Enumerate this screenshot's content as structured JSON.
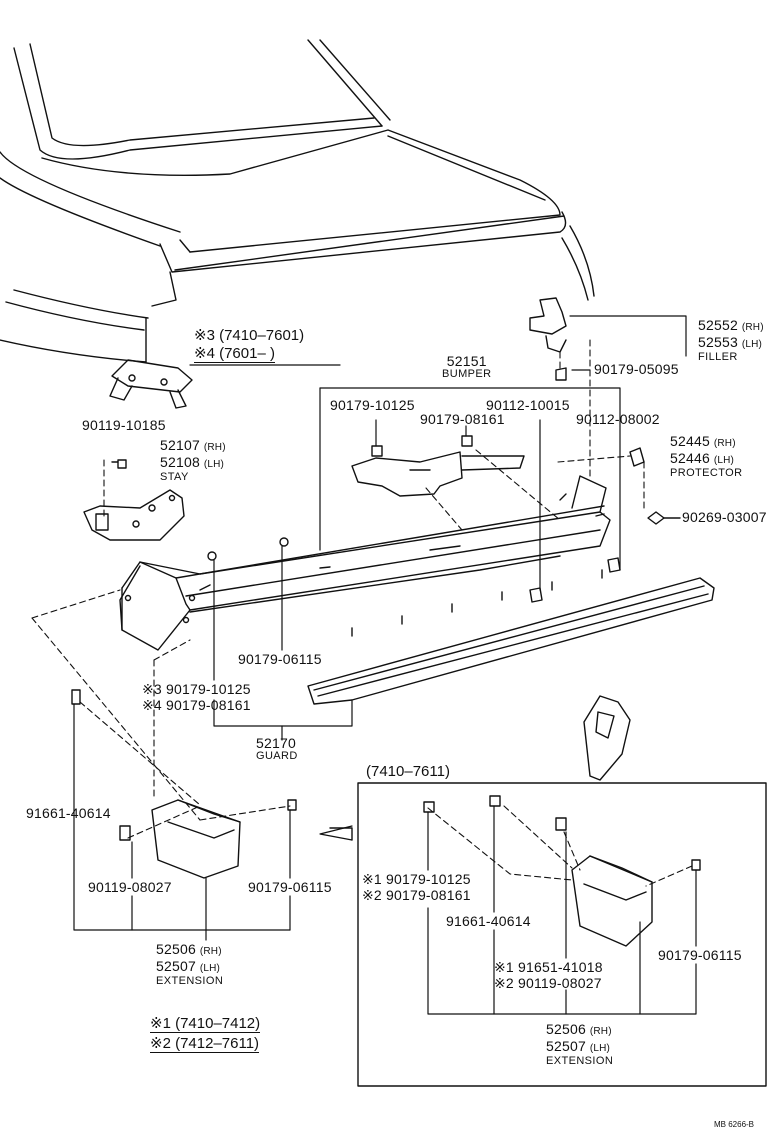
{
  "colors": {
    "line": "#111111",
    "background": "#ffffff"
  },
  "notes": {
    "n3": "※3 (7410–7601)",
    "n4": "※4 (7601–        )",
    "n1": "※1 (7410–7412)",
    "n2": "※2 (7412–7611)"
  },
  "parts": {
    "bumper": {
      "number": "52151",
      "name": "BUMPER"
    },
    "filler": {
      "rh": "52552",
      "rh_side": "(RH)",
      "lh": "52553",
      "lh_side": "(LH)",
      "name": "FILLER"
    },
    "filler_bolt": "90179-05095",
    "stay_bolt": "90119-10185",
    "stay": {
      "rh": "52107",
      "rh_side": "(RH)",
      "lh": "52108",
      "lh_side": "(LH)",
      "name": "STAY"
    },
    "bumper_nut_a": "90179-10125",
    "bumper_nut_b": "90179-08161",
    "bumper_bolt_a": "90112-10015",
    "bumper_bolt_b": "90112-08002",
    "protector": {
      "rh": "52445",
      "rh_side": "(RH)",
      "lh": "52446",
      "lh_side": "(LH)",
      "name": "PROTECTOR"
    },
    "protector_screw": "90269-03007",
    "guard_nut": "90179-06115",
    "guard_nut_alt3": "※3  90179-10125",
    "guard_nut_alt4": "※4  90179-08161",
    "guard": {
      "number": "52170",
      "name": "GUARD"
    },
    "ext_bolt": "91661-40614",
    "ext_bolt2": "90119-08027",
    "ext_nut": "90179-06115",
    "extension": {
      "rh": "52506",
      "rh_side": "(RH)",
      "lh": "52507",
      "lh_side": "(LH)",
      "name": "EXTENSION"
    }
  },
  "inset": {
    "range": "(7410–7611)",
    "nut_alt1": "※1  90179-10125",
    "nut_alt2": "※2  90179-08161",
    "bolt": "91661-40614",
    "bolt_alt1": "※1  91651-41018",
    "bolt_alt2": "※2  90119-08027",
    "nut": "90179-06115",
    "extension": {
      "rh": "52506",
      "rh_side": "(RH)",
      "lh": "52507",
      "lh_side": "(LH)",
      "name": "EXTENSION"
    }
  },
  "drawing_code": "MB 6266-B"
}
